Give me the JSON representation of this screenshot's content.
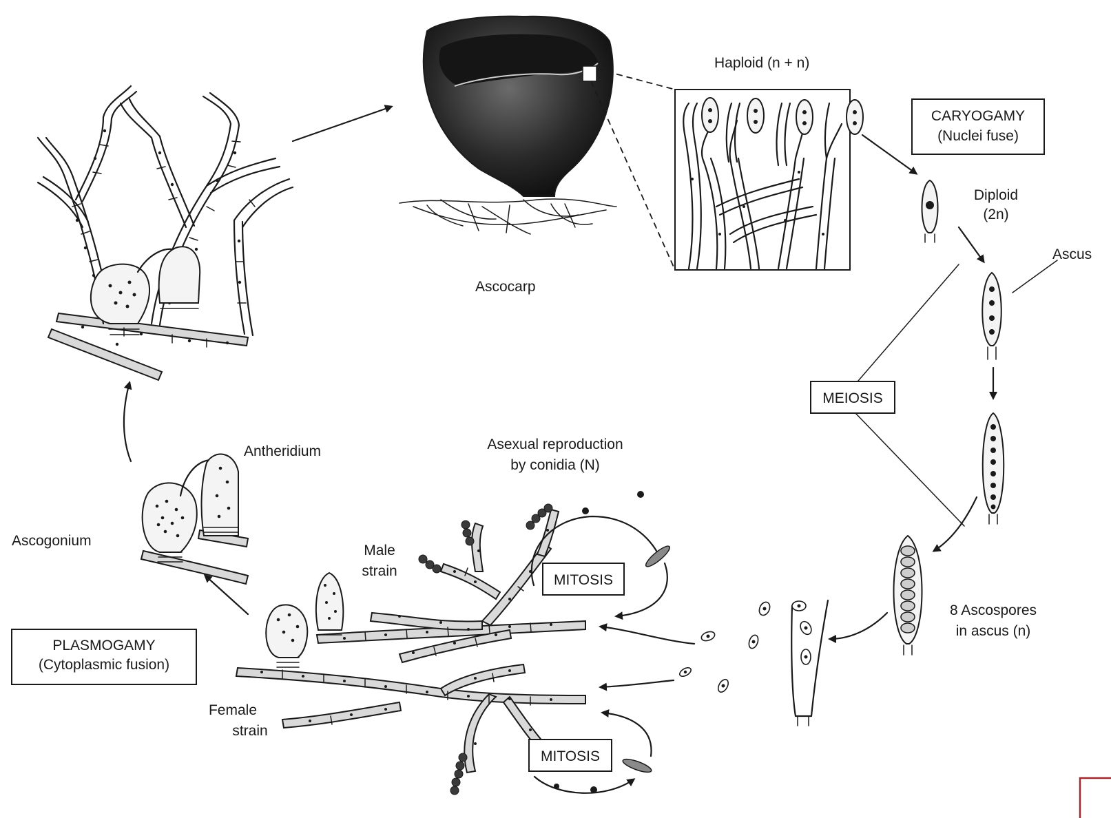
{
  "labels": {
    "ascocarp": "Ascocarp",
    "haploid": "Haploid (n + n)",
    "caryogamy_line1": "CARYOGAMY",
    "caryogamy_line2": "(Nuclei fuse)",
    "diploid_line1": "Diploid",
    "diploid_line2": "(2n)",
    "ascus": "Ascus",
    "meiosis": "MEIOSIS",
    "ascospores_line1": "8 Ascospores",
    "ascospores_line2": "in ascus (n)",
    "asexual_line1": "Asexual reproduction",
    "asexual_line2": "by conidia (N)",
    "mitosis_top": "MITOSIS",
    "mitosis_bottom": "MITOSIS",
    "male_line1": "Male",
    "male_line2": "strain",
    "female_line1": "Female",
    "female_line2": "strain",
    "antheridium": "Antheridium",
    "ascogonium": "Ascogonium",
    "plasmogamy_line1": "PLASMOGAMY",
    "plasmogamy_line2": "(Cytoplasmic fusion)"
  },
  "colors": {
    "ink": "#1a1a1a",
    "corner_mark": "#a0292f"
  }
}
